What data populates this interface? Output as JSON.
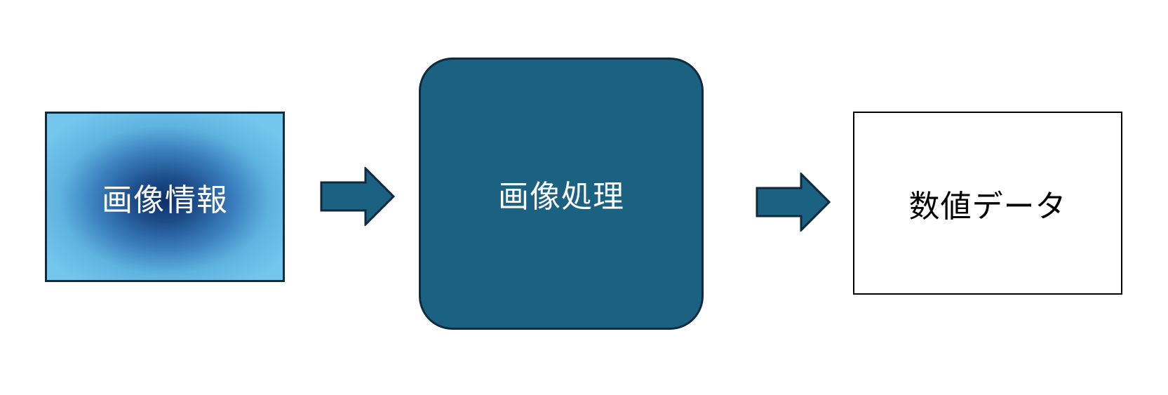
{
  "diagram": {
    "nodes": [
      {
        "label": "画像情報"
      },
      {
        "label": "画像処理"
      },
      {
        "label": "数値データ"
      }
    ]
  },
  "colors": {
    "processing_fill": "#1a6182",
    "arrow_fill": "#1a6182",
    "border_dark": "#0f2a3c",
    "gradient_center": "#0e2f6b",
    "gradient_edge": "#74c7ec"
  },
  "icons": {
    "arrow": "right-arrow-icon"
  }
}
